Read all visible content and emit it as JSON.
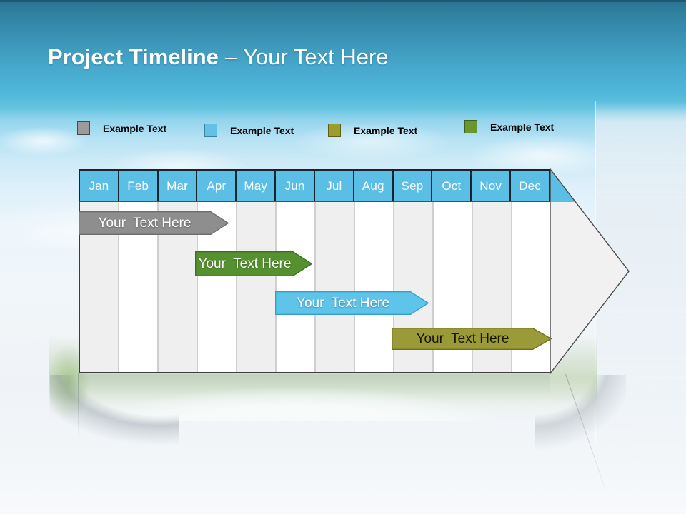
{
  "slide": {
    "title": "Project Timeline",
    "title_suffix": "– Your Text Here"
  },
  "legend": {
    "items": [
      {
        "label": "Example Text",
        "color": "#9b9b9b"
      },
      {
        "label": "Example Text",
        "color": "#62c1e5"
      },
      {
        "label": "Example Text",
        "color": "#9d9d2e"
      },
      {
        "label": "Example Text",
        "color": "#68962f"
      }
    ]
  },
  "timeline": {
    "months": [
      "Jan",
      "Feb",
      "Mar",
      "Apr",
      "May",
      "Jun",
      "Jul",
      "Aug",
      "Sep",
      "Oct",
      "Nov",
      "Dec"
    ],
    "header_color": "#5bbfe5",
    "arrow_color": "#f1f1f1",
    "bars": [
      {
        "label": "Your  Text Here",
        "fill": "#8e8e8e",
        "border": "#6d6d6d",
        "text_color": "#ffffff",
        "span": "Jan – mid Apr"
      },
      {
        "label": "Your  Text Here",
        "fill": "#569130",
        "border": "#3d7020",
        "text_color": "#ffffff",
        "span": "Apr – mid Jun"
      },
      {
        "label": "Your  Text Here",
        "fill": "#5ec4e9",
        "border": "#35a0cb",
        "text_color": "#ffffff",
        "span": "Jun – mid Sep"
      },
      {
        "label": "Your  Text Here",
        "fill": "#9a9a38",
        "border": "#6f6f1a",
        "text_color": "#161600",
        "span": "Sep – late Dec"
      }
    ]
  }
}
